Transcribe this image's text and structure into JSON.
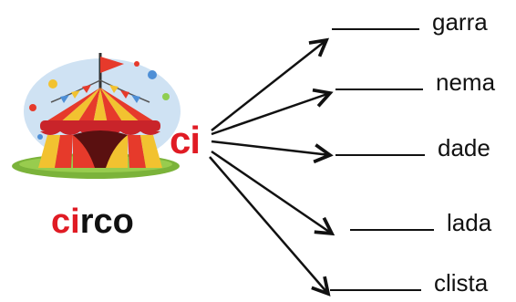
{
  "prefix": "ci",
  "example_word": {
    "highlight": "ci",
    "rest": "rco"
  },
  "endings": [
    "garra",
    "nema",
    "dade",
    "lada",
    "clista"
  ],
  "colors": {
    "accent": "#e01b24",
    "text": "#111111"
  },
  "icons": {
    "illustration": "circus-tent-icon",
    "connector": "arrow-icon"
  }
}
